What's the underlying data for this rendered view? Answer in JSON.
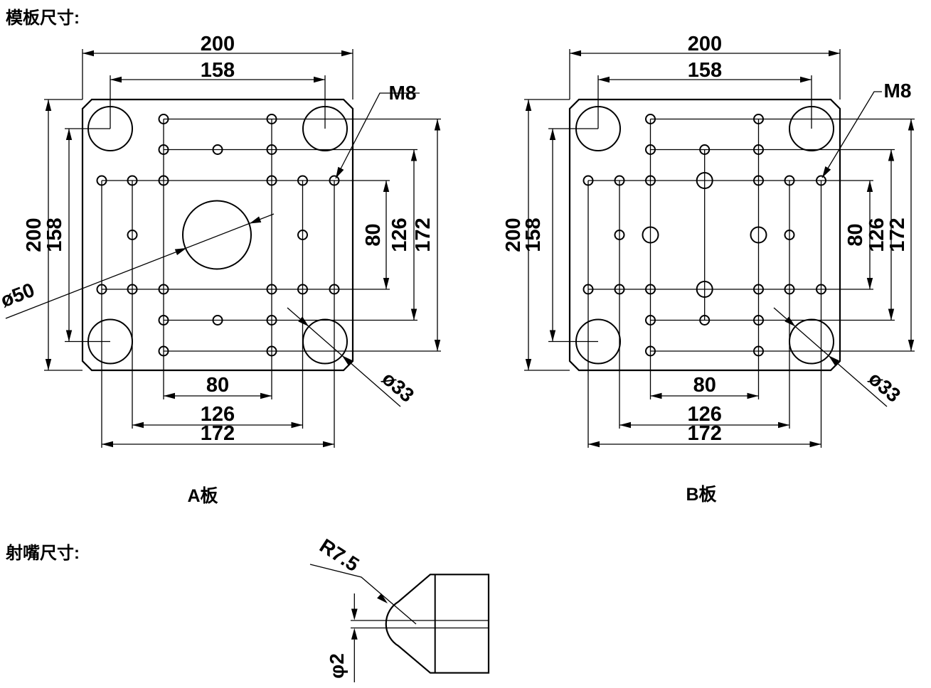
{
  "titles": {
    "plate_section": "模板尺寸:",
    "nozzle_section": "射嘴尺寸:"
  },
  "plate_a": {
    "label": "A板",
    "dims": {
      "top_outer": "200",
      "top_inner": "158",
      "left_outer": "200",
      "left_inner": "158",
      "bottom_inner": "80",
      "bottom_mid": "126",
      "bottom_outer": "172",
      "right_inner": "80",
      "right_mid": "126",
      "right_outer": "172"
    },
    "annotations": {
      "thread": "M8",
      "center_bore": "ø50",
      "corner_hole": "ø33"
    }
  },
  "plate_b": {
    "label": "B板",
    "dims": {
      "top_outer": "200",
      "top_inner": "158",
      "left_outer": "200",
      "left_inner": "158",
      "bottom_inner": "80",
      "bottom_mid": "126",
      "bottom_outer": "172",
      "right_inner": "80",
      "right_mid": "126",
      "right_outer": "172"
    },
    "annotations": {
      "thread": "M8",
      "corner_hole": "ø33"
    }
  },
  "nozzle": {
    "annotations": {
      "tip_radius": "R7.5",
      "orifice": "φ2"
    }
  },
  "style": {
    "ink": "#000000",
    "background": "#ffffff"
  }
}
